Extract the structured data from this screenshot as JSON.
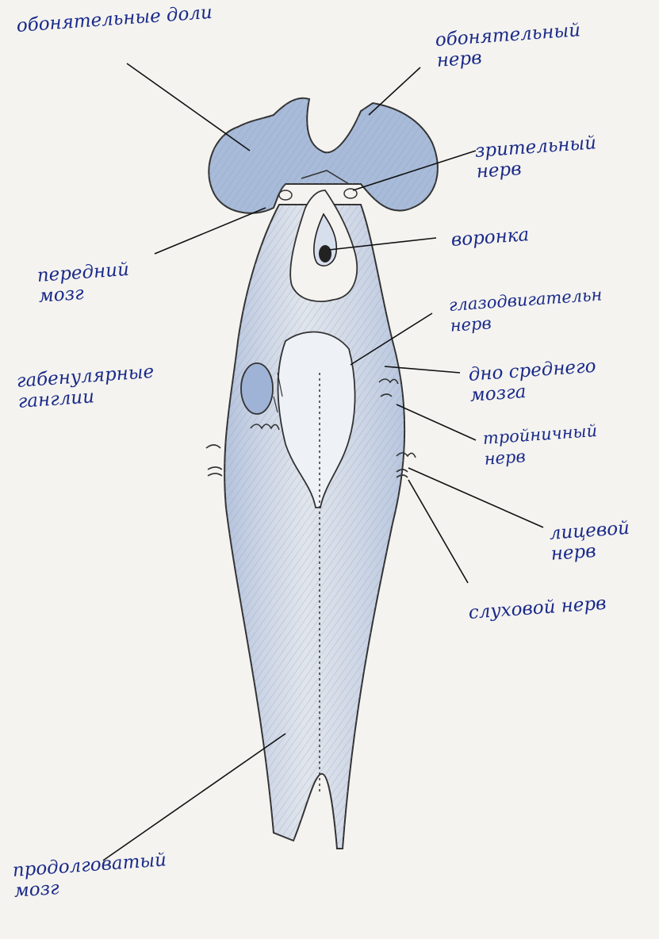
{
  "colors": {
    "ink": "#1a2a8a",
    "pencil": "#333333",
    "shade": "#8fa6c9",
    "paper": "#f4f3ef"
  },
  "labels": {
    "olfactory_lobes": "обонятельные доли",
    "olfactory_nerve": "обонятельный\nнерв",
    "optic_nerve": "зрительный\nнерв",
    "forebrain": "передний\nмозг",
    "infundibulum": "воронка",
    "oculomotor_nerve": "глазодвигательн\nнерв",
    "habenular_ganglia": "габенулярные\nганглии",
    "midbrain_floor": "дно среднего\nмозга",
    "trigeminal_nerve": "тройничный\nнерв",
    "facial_nerve": "лицевой\nнерв",
    "auditory_nerve": "слуховой нерв",
    "medulla": "продолговатый\nмозг"
  }
}
